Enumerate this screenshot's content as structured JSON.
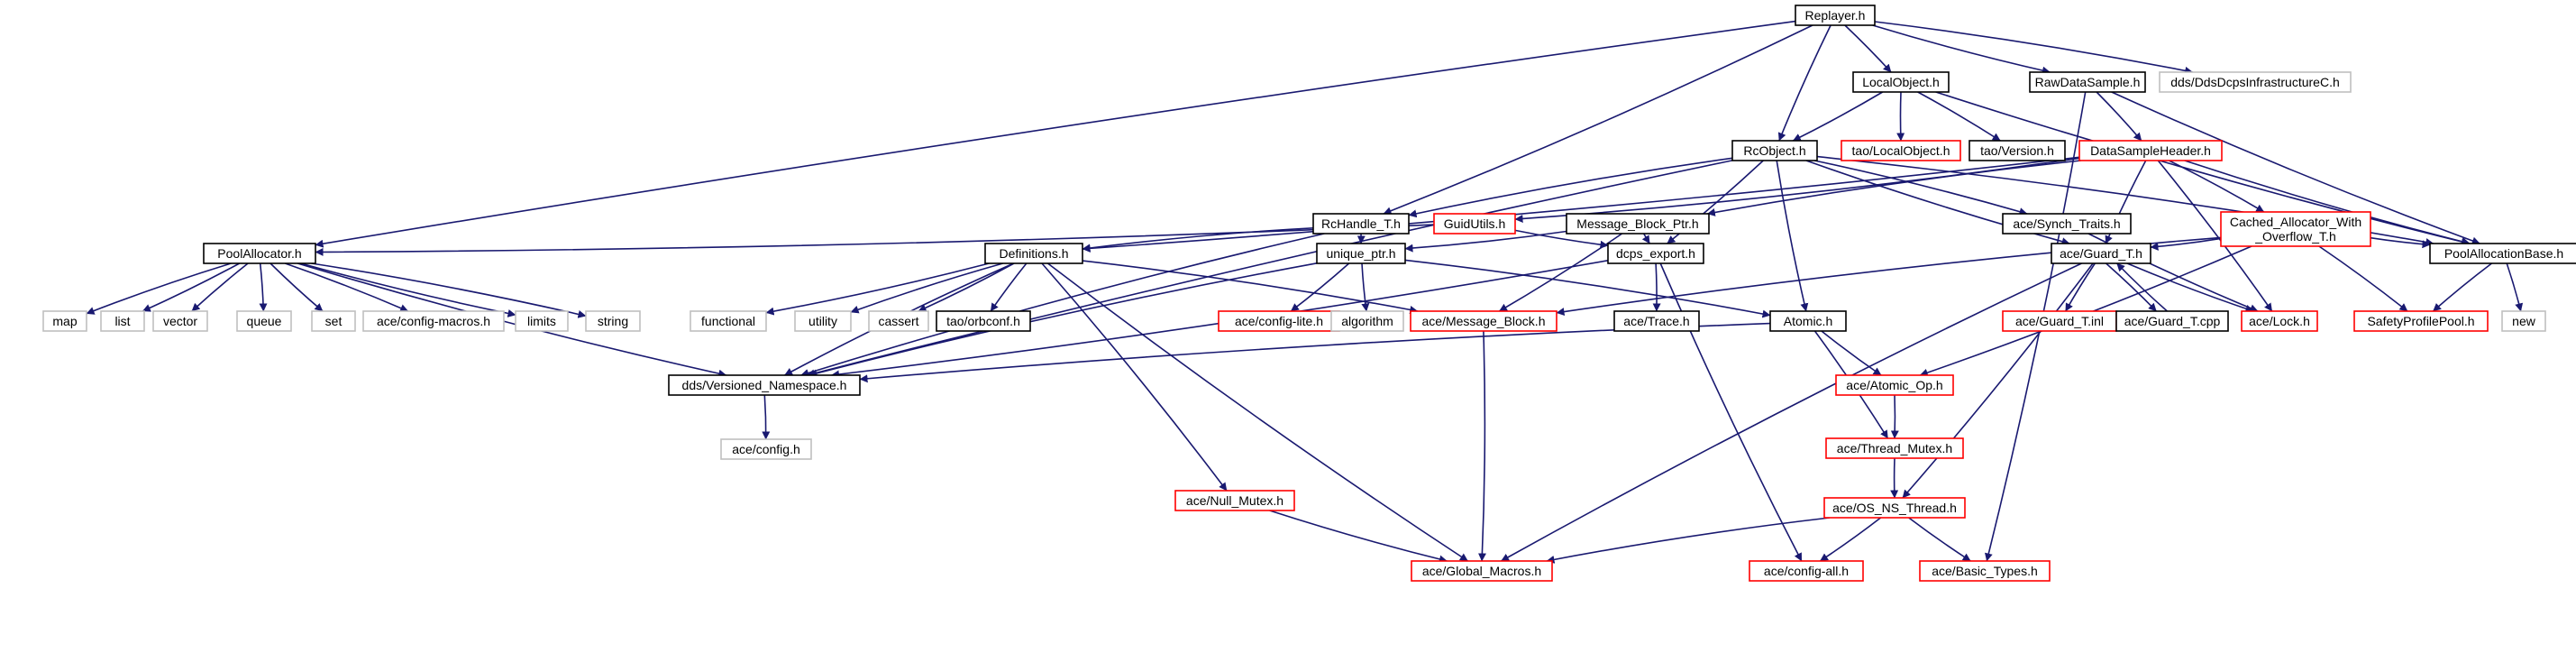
{
  "diagram": {
    "title": "",
    "colors": {
      "edge": "#191970",
      "root_fill": "#bfbfbf",
      "documented_border": "#000000",
      "truncated_border": "#ff0000",
      "external_border": "#bfbfbf",
      "external_text": "#666666"
    },
    "nodes": [
      {
        "id": "replayer_h",
        "label": "Replayer.h",
        "kind": "root"
      },
      {
        "id": "localobject_h",
        "label": "LocalObject.h",
        "kind": "documented"
      },
      {
        "id": "rawdatasample_h",
        "label": "RawDataSample.h",
        "kind": "documented"
      },
      {
        "id": "dcps_infra",
        "label": "dds/DdsDcpsInfrastructureC.h",
        "kind": "external"
      },
      {
        "id": "rcobject_h",
        "label": "RcObject.h",
        "kind": "documented"
      },
      {
        "id": "tao_localobject",
        "label": "tao/LocalObject.h",
        "kind": "truncated"
      },
      {
        "id": "tao_version",
        "label": "tao/Version.h",
        "kind": "documented"
      },
      {
        "id": "datasampleheader",
        "label": "DataSampleHeader.h",
        "kind": "truncated"
      },
      {
        "id": "rchandle_t",
        "label": "RcHandle_T.h",
        "kind": "documented"
      },
      {
        "id": "guidutils",
        "label": "GuidUtils.h",
        "kind": "truncated"
      },
      {
        "id": "message_block_ptr",
        "label": "Message_Block_Ptr.h",
        "kind": "documented"
      },
      {
        "id": "synch_traits",
        "label": "ace/Synch_Traits.h",
        "kind": "documented"
      },
      {
        "id": "cached_allocator",
        "label": "Cached_Allocator_With\n_Overflow_T.h",
        "kind": "truncated"
      },
      {
        "id": "poolallocator",
        "label": "PoolAllocator.h",
        "kind": "documented"
      },
      {
        "id": "definitions",
        "label": "Definitions.h",
        "kind": "documented"
      },
      {
        "id": "unique_ptr",
        "label": "unique_ptr.h",
        "kind": "documented"
      },
      {
        "id": "dcps_export",
        "label": "dcps_export.h",
        "kind": "documented"
      },
      {
        "id": "guard_t_h",
        "label": "ace/Guard_T.h",
        "kind": "documented"
      },
      {
        "id": "poolallocationbase",
        "label": "PoolAllocationBase.h",
        "kind": "documented"
      },
      {
        "id": "map",
        "label": "map",
        "kind": "external"
      },
      {
        "id": "list",
        "label": "list",
        "kind": "external"
      },
      {
        "id": "vector",
        "label": "vector",
        "kind": "external"
      },
      {
        "id": "queue",
        "label": "queue",
        "kind": "external"
      },
      {
        "id": "set",
        "label": "set",
        "kind": "external"
      },
      {
        "id": "config_macros",
        "label": "ace/config-macros.h",
        "kind": "external"
      },
      {
        "id": "limits",
        "label": "limits",
        "kind": "external"
      },
      {
        "id": "string",
        "label": "string",
        "kind": "external"
      },
      {
        "id": "functional",
        "label": "functional",
        "kind": "external"
      },
      {
        "id": "utility",
        "label": "utility",
        "kind": "external"
      },
      {
        "id": "cassert",
        "label": "cassert",
        "kind": "external"
      },
      {
        "id": "tao_orbconf",
        "label": "tao/orbconf.h",
        "kind": "documented"
      },
      {
        "id": "ace_config_lite",
        "label": "ace/config-lite.h",
        "kind": "truncated"
      },
      {
        "id": "algorithm",
        "label": "algorithm",
        "kind": "external"
      },
      {
        "id": "ace_message_block",
        "label": "ace/Message_Block.h",
        "kind": "truncated"
      },
      {
        "id": "ace_trace",
        "label": "ace/Trace.h",
        "kind": "documented"
      },
      {
        "id": "atomic_h",
        "label": "Atomic.h",
        "kind": "documented"
      },
      {
        "id": "ace_guard_t_inl",
        "label": "ace/Guard_T.inl",
        "kind": "truncated"
      },
      {
        "id": "ace_guard_t_cpp",
        "label": "ace/Guard_T.cpp",
        "kind": "documented"
      },
      {
        "id": "ace_lock",
        "label": "ace/Lock.h",
        "kind": "truncated"
      },
      {
        "id": "safetyprofilepool",
        "label": "SafetyProfilePool.h",
        "kind": "truncated"
      },
      {
        "id": "new",
        "label": "new",
        "kind": "external"
      },
      {
        "id": "versioned_namespace",
        "label": "dds/Versioned_Namespace.h",
        "kind": "documented"
      },
      {
        "id": "ace_atomic_op",
        "label": "ace/Atomic_Op.h",
        "kind": "truncated"
      },
      {
        "id": "ace_config_h",
        "label": "ace/config.h",
        "kind": "external"
      },
      {
        "id": "ace_thread_mutex",
        "label": "ace/Thread_Mutex.h",
        "kind": "truncated"
      },
      {
        "id": "ace_null_mutex",
        "label": "ace/Null_Mutex.h",
        "kind": "truncated"
      },
      {
        "id": "ace_os_ns_thread",
        "label": "ace/OS_NS_Thread.h",
        "kind": "truncated"
      },
      {
        "id": "ace_global_macros",
        "label": "ace/Global_Macros.h",
        "kind": "truncated"
      },
      {
        "id": "ace_config_all",
        "label": "ace/config-all.h",
        "kind": "truncated"
      },
      {
        "id": "ace_basic_types",
        "label": "ace/Basic_Types.h",
        "kind": "truncated"
      }
    ],
    "edges": [
      [
        "replayer_h",
        "localobject_h"
      ],
      [
        "replayer_h",
        "rawdatasample_h"
      ],
      [
        "replayer_h",
        "dcps_infra"
      ],
      [
        "replayer_h",
        "rcobject_h"
      ],
      [
        "replayer_h",
        "rchandle_t"
      ],
      [
        "replayer_h",
        "poolallocator"
      ],
      [
        "localobject_h",
        "rcobject_h"
      ],
      [
        "localobject_h",
        "tao_localobject"
      ],
      [
        "localobject_h",
        "tao_version"
      ],
      [
        "localobject_h",
        "poolallocationbase"
      ],
      [
        "rawdatasample_h",
        "datasampleheader"
      ],
      [
        "rawdatasample_h",
        "poolallocationbase"
      ],
      [
        "rawdatasample_h",
        "ace_basic_types"
      ],
      [
        "rcobject_h",
        "rchandle_t"
      ],
      [
        "rcobject_h",
        "synch_traits"
      ],
      [
        "rcobject_h",
        "guard_t_h"
      ],
      [
        "rcobject_h",
        "dcps_export"
      ],
      [
        "rcobject_h",
        "atomic_h"
      ],
      [
        "rcobject_h",
        "poolallocationbase"
      ],
      [
        "rcobject_h",
        "versioned_namespace"
      ],
      [
        "datasampleheader",
        "guidutils"
      ],
      [
        "datasampleheader",
        "message_block_ptr"
      ],
      [
        "datasampleheader",
        "cached_allocator"
      ],
      [
        "datasampleheader",
        "guard_t_h"
      ],
      [
        "datasampleheader",
        "ace_lock"
      ],
      [
        "datasampleheader",
        "poolallocationbase"
      ],
      [
        "datasampleheader",
        "definitions"
      ],
      [
        "rchandle_t",
        "definitions"
      ],
      [
        "rchandle_t",
        "unique_ptr"
      ],
      [
        "rchandle_t",
        "versioned_namespace"
      ],
      [
        "guidutils",
        "poolallocator"
      ],
      [
        "guidutils",
        "dcps_export"
      ],
      [
        "message_block_ptr",
        "unique_ptr"
      ],
      [
        "message_block_ptr",
        "dcps_export"
      ],
      [
        "message_block_ptr",
        "ace_message_block"
      ],
      [
        "synch_traits",
        "ace_lock"
      ],
      [
        "cached_allocator",
        "guard_t_h"
      ],
      [
        "cached_allocator",
        "poolallocationbase"
      ],
      [
        "cached_allocator",
        "safetyprofilepool"
      ],
      [
        "cached_allocator",
        "ace_message_block"
      ],
      [
        "cached_allocator",
        "ace_atomic_op"
      ],
      [
        "poolallocator",
        "map"
      ],
      [
        "poolallocator",
        "list"
      ],
      [
        "poolallocator",
        "vector"
      ],
      [
        "poolallocator",
        "queue"
      ],
      [
        "poolallocator",
        "set"
      ],
      [
        "poolallocator",
        "config_macros"
      ],
      [
        "poolallocator",
        "limits"
      ],
      [
        "poolallocator",
        "string"
      ],
      [
        "poolallocator",
        "versioned_namespace"
      ],
      [
        "definitions",
        "functional"
      ],
      [
        "definitions",
        "utility"
      ],
      [
        "definitions",
        "cassert"
      ],
      [
        "definitions",
        "tao_orbconf"
      ],
      [
        "definitions",
        "ace_message_block"
      ],
      [
        "definitions",
        "versioned_namespace"
      ],
      [
        "definitions",
        "ace_null_mutex"
      ],
      [
        "definitions",
        "ace_global_macros"
      ],
      [
        "unique_ptr",
        "ace_config_lite"
      ],
      [
        "unique_ptr",
        "algorithm"
      ],
      [
        "unique_ptr",
        "atomic_h"
      ],
      [
        "unique_ptr",
        "versioned_namespace"
      ],
      [
        "dcps_export",
        "ace_trace"
      ],
      [
        "dcps_export",
        "ace_config_all"
      ],
      [
        "dcps_export",
        "versioned_namespace"
      ],
      [
        "guard_t_h",
        "ace_guard_t_inl"
      ],
      [
        "guard_t_h",
        "ace_guard_t_cpp"
      ],
      [
        "guard_t_h",
        "ace_lock"
      ],
      [
        "guard_t_h",
        "ace_os_ns_thread"
      ],
      [
        "guard_t_h",
        "ace_global_macros"
      ],
      [
        "ace_guard_t_cpp",
        "guard_t_h"
      ],
      [
        "poolallocationbase",
        "safetyprofilepool"
      ],
      [
        "poolallocationbase",
        "new"
      ],
      [
        "atomic_h",
        "ace_atomic_op"
      ],
      [
        "atomic_h",
        "ace_thread_mutex"
      ],
      [
        "atomic_h",
        "versioned_namespace"
      ],
      [
        "ace_atomic_op",
        "ace_thread_mutex"
      ],
      [
        "ace_thread_mutex",
        "ace_os_ns_thread"
      ],
      [
        "versioned_namespace",
        "ace_config_h"
      ],
      [
        "ace_null_mutex",
        "ace_global_macros"
      ],
      [
        "ace_message_block",
        "ace_global_macros"
      ],
      [
        "ace_os_ns_thread",
        "ace_global_macros"
      ],
      [
        "ace_os_ns_thread",
        "ace_config_all"
      ],
      [
        "ace_os_ns_thread",
        "ace_basic_types"
      ]
    ]
  }
}
